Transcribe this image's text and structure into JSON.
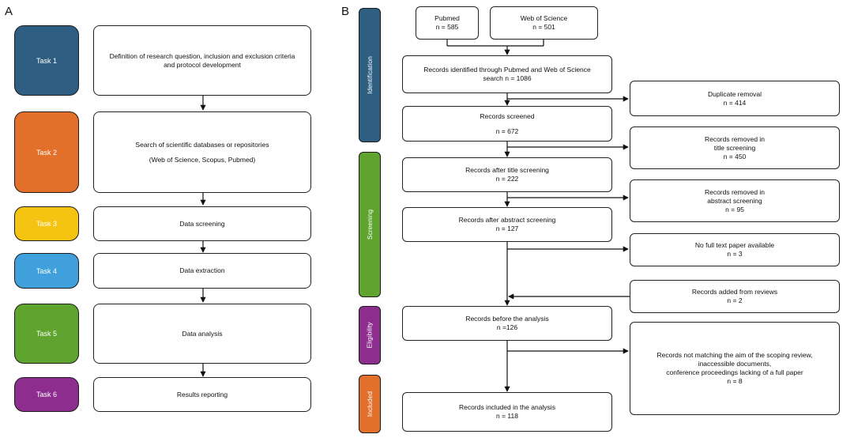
{
  "panel_a": {
    "label": "A",
    "tasks": [
      {
        "name": "Task 1",
        "color": "#2e5f82",
        "text": [
          "Definition of research question, inclusion and exclusion criteria",
          "and protocol development"
        ]
      },
      {
        "name": "Task 2",
        "color": "#e26f2a",
        "text": [
          "Search of scientific databases or repositories",
          "(Web of Science, Scopus, Pubmed)"
        ]
      },
      {
        "name": "Task 3",
        "color": "#f5c311",
        "text": [
          "Data screening"
        ]
      },
      {
        "name": "Task 4",
        "color": "#3fa0db",
        "text": [
          "Data extraction"
        ]
      },
      {
        "name": "Task 5",
        "color": "#5fa42e",
        "text": [
          "Data analysis"
        ]
      },
      {
        "name": "Task 6",
        "color": "#8d2e8f",
        "text": [
          "Results reporting"
        ]
      }
    ]
  },
  "panel_b": {
    "label": "B",
    "stages": [
      {
        "name": "Identification",
        "color": "#2e5f82"
      },
      {
        "name": "Screening",
        "color": "#5fa42e"
      },
      {
        "name": "Eligibility",
        "color": "#8d2e8f"
      },
      {
        "name": "Included",
        "color": "#e26f2a"
      }
    ],
    "boxes": {
      "pubmed": [
        "Pubmed",
        "n = 585"
      ],
      "wos": [
        "Web of Science",
        "n = 501"
      ],
      "identified": [
        "Records identified through Pubmed and Web of Science",
        "search n = 1086"
      ],
      "duplicate": [
        "Duplicate removal",
        "n = 414"
      ],
      "screened": [
        "Records screened",
        "n = 672"
      ],
      "title_removed": [
        "Records removed in",
        "title screening",
        "n = 450"
      ],
      "after_title": [
        "Records after title screening",
        "n = 222"
      ],
      "abstract_removed": [
        "Records removed in",
        "abstract screening",
        "n = 95"
      ],
      "after_abstract": [
        "Records after abstract screening",
        "n = 127"
      ],
      "no_fulltext": [
        "No full text paper available",
        "n = 3"
      ],
      "added_reviews": [
        "Records added from reviews",
        "n = 2"
      ],
      "before_analysis": [
        "Records before the analysis",
        "n =126"
      ],
      "not_matching": [
        "Records not matching the aim of the scoping review,",
        "inaccessible documents,",
        "conference proceedings lacking of a full paper",
        "n = 8"
      ],
      "included": [
        "Records included in the analysis",
        "n = 118"
      ]
    }
  }
}
